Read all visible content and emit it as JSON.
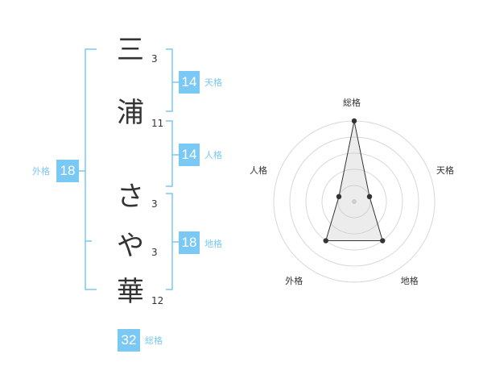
{
  "name": {
    "chars": [
      {
        "char": "三",
        "strokes": "3"
      },
      {
        "char": "浦",
        "strokes": "11"
      },
      {
        "char": "さ",
        "strokes": "3"
      },
      {
        "char": "や",
        "strokes": "3"
      },
      {
        "char": "華",
        "strokes": "12"
      }
    ]
  },
  "fortune": {
    "tenkaku": {
      "value": "14",
      "label": "天格"
    },
    "jinkaku": {
      "value": "14",
      "label": "人格"
    },
    "chikaku": {
      "value": "18",
      "label": "地格"
    },
    "gaikaku": {
      "value": "18",
      "label": "外格"
    },
    "soukaku": {
      "value": "32",
      "label": "総格"
    }
  },
  "colors": {
    "accent": "#7ac8f4",
    "bracket": "#7ac8f4",
    "text": "#333333"
  },
  "chart_data": {
    "type": "radar",
    "axes": [
      "総格",
      "天格",
      "地格",
      "外格",
      "人格"
    ],
    "values": [
      5,
      1,
      3,
      3,
      1
    ],
    "rlim": [
      0,
      5
    ],
    "rings": 5,
    "grid": true
  }
}
